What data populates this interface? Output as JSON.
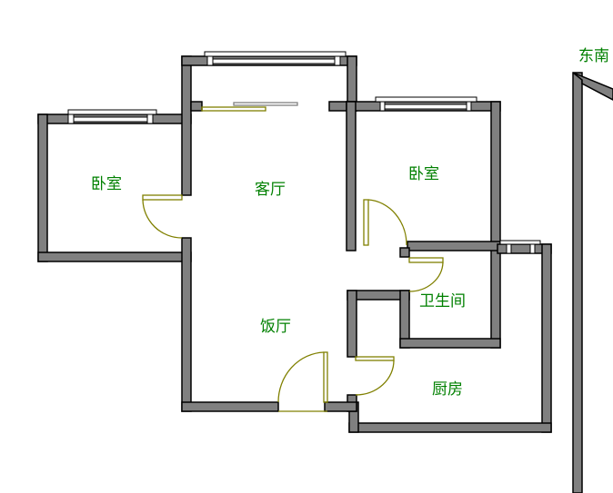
{
  "rooms": {
    "bedroom_left": "卧室",
    "living_room": "客厅",
    "bedroom_right": "卧室",
    "bathroom": "卫生间",
    "dining_room": "饭厅",
    "kitchen": "厨房"
  },
  "orientation": "东南",
  "colors": {
    "wall": "#808080",
    "door": "#808000",
    "label": "#008000"
  }
}
